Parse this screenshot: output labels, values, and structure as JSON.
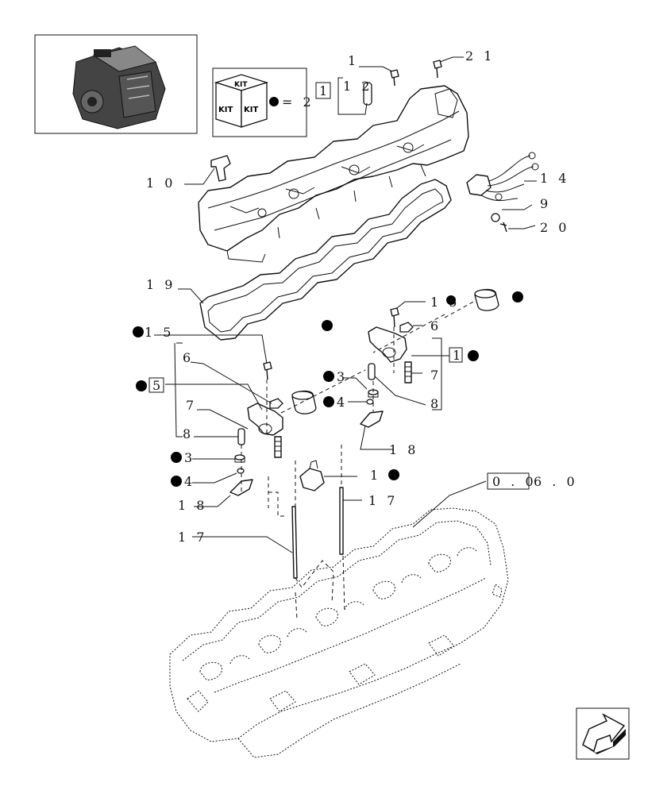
{
  "labels": {
    "l1": "1",
    "l21": "2 1",
    "l12": "1 2",
    "box_top": "1",
    "kit_eq": "= 2",
    "kit_top": "KIT",
    "kit_left": "KIT",
    "kit_right": "KIT",
    "l10": "1 0",
    "l14": "1 4",
    "l9": "9",
    "l20": "2 0",
    "l19": "1 9",
    "l15_right": "1 5",
    "l15_left": "1 5",
    "l6_right": "6",
    "box_right": "1",
    "l7_right": "7",
    "l8_right": "8",
    "l6_left": "6",
    "box_left": "5",
    "l3_mid": "3",
    "l4_mid": "4",
    "l7_left": "7",
    "l8_left": "8",
    "l18_mid": "1 8",
    "l3_left": "3",
    "l4_left": "4",
    "l18_left": "1 8",
    "l16": "1 6",
    "l17_right": "1 7",
    "l17_left": "1 7",
    "ref_box": "0 . 0",
    "ref_tail": "6 . 0"
  }
}
